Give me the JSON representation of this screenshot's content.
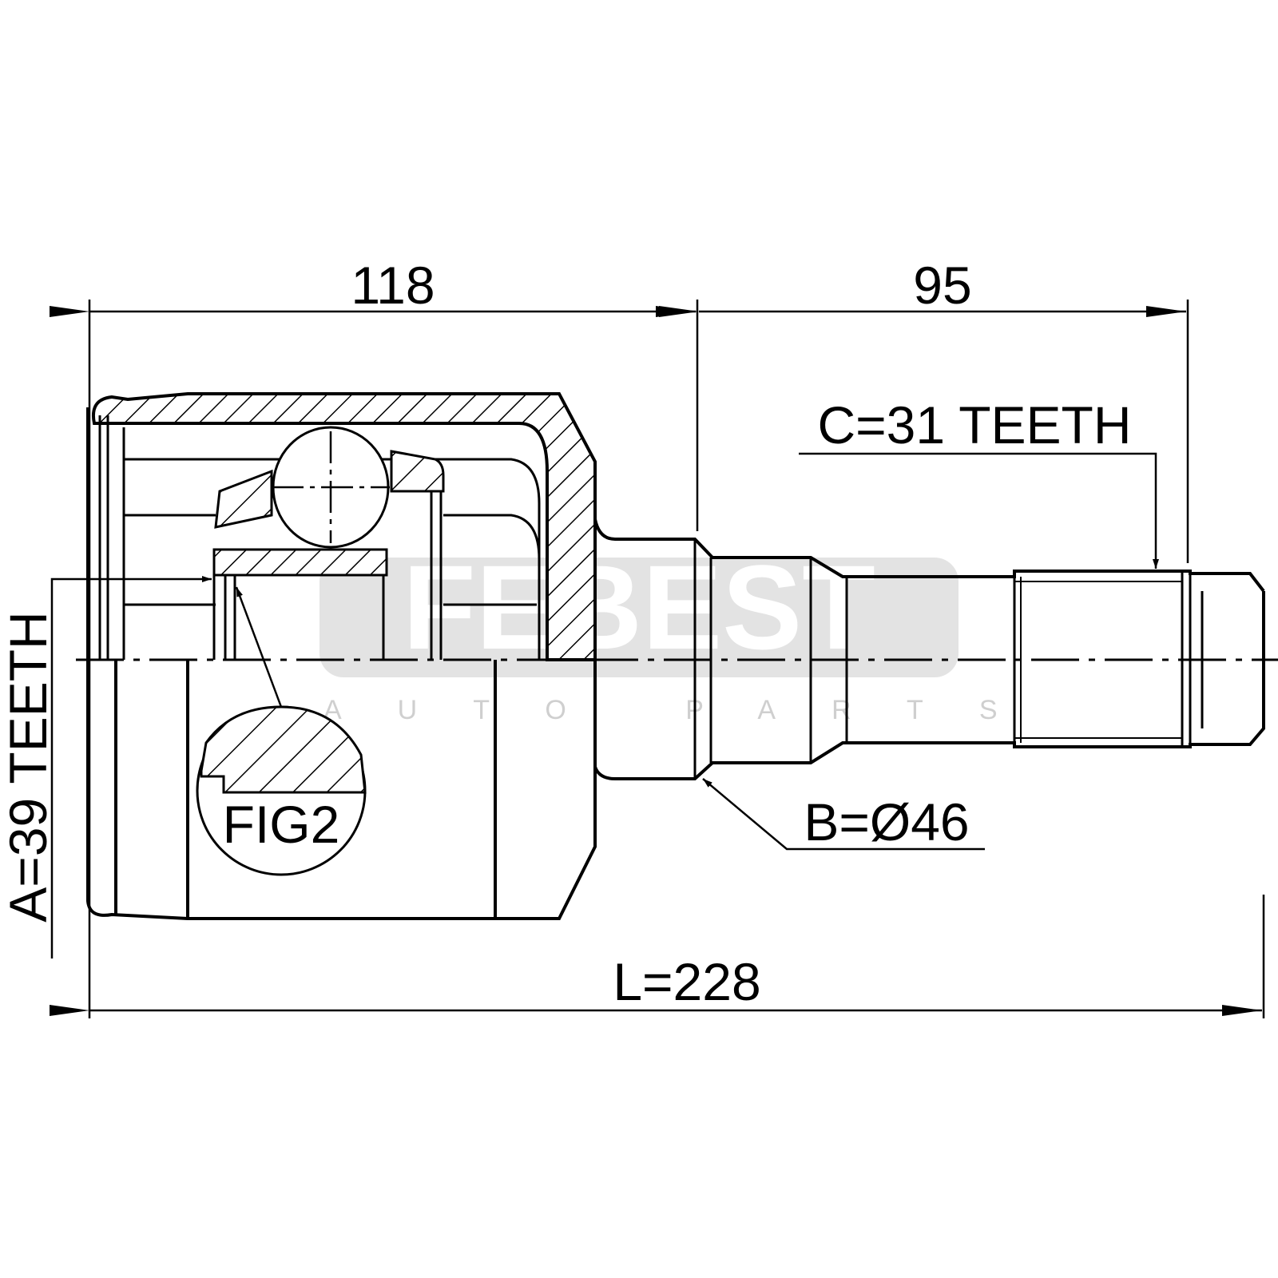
{
  "drawing": {
    "dim_housing_length": "118",
    "dim_shaft_length": "95",
    "dim_total_length": "L=228",
    "spline_outer": "C=31 TEETH",
    "spline_inner": "A=39 TEETH",
    "seal_diameter": "B=Ø46",
    "detail_label": "FIG2"
  },
  "watermark": {
    "brand": "FEBEST",
    "tagline": "AUTO PARTS"
  }
}
